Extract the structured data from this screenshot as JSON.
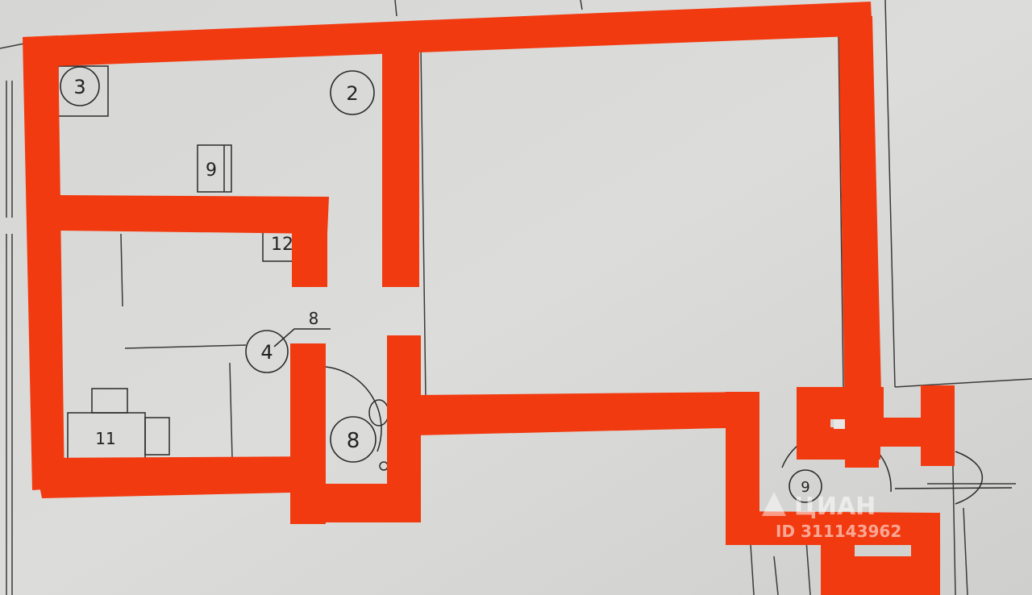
{
  "labels": {
    "tag_3": "3",
    "tag_2": "2",
    "tag_9": "9",
    "tag_12": "12",
    "tag_8_top": "8",
    "tag_4": "4",
    "tag_11": "11",
    "tag_8": "8",
    "tag_9_right": "9"
  },
  "watermark": {
    "brand": "ЦИАН",
    "id": "ID 311143962"
  },
  "colors": {
    "wall_highlight": "#f23a10",
    "paper": "#d9d9d7",
    "ink": "#2a2a2a"
  }
}
